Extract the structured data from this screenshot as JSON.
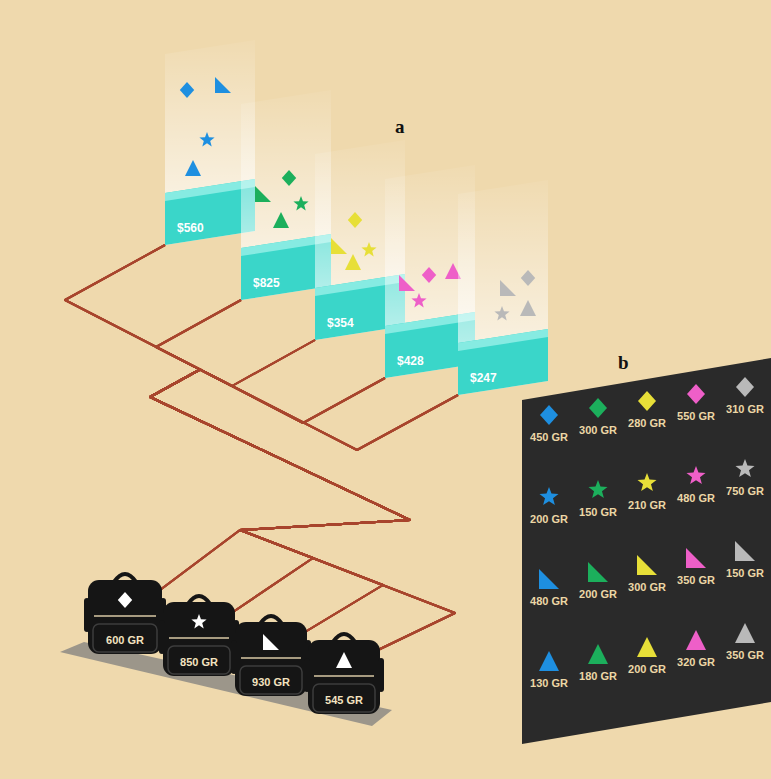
{
  "diagram": {
    "nodes": [
      {
        "text": [
          "$560"
        ]
      },
      {
        "text": [
          "$825"
        ]
      },
      {
        "text": [
          "$354"
        ]
      },
      {
        "text": [
          "$428"
        ]
      },
      {
        "text": [
          "$247"
        ]
      },
      {
        "text": [
          "600 GR"
        ]
      },
      {
        "text": [
          "850 GR"
        ]
      },
      {
        "text": [
          "930 GR"
        ]
      },
      {
        "text": [
          "545 GR"
        ]
      }
    ],
    "edges": [
      {
        "from": 0,
        "to": 5,
        "arrow": "none"
      },
      {
        "from": 0,
        "to": 6,
        "arrow": "none"
      },
      {
        "from": 0,
        "to": 7,
        "arrow": "none"
      },
      {
        "from": 0,
        "to": 8,
        "arrow": "none"
      },
      {
        "from": 1,
        "to": 5,
        "arrow": "none"
      },
      {
        "from": 1,
        "to": 6,
        "arrow": "none"
      },
      {
        "from": 1,
        "to": 7,
        "arrow": "none"
      },
      {
        "from": 1,
        "to": 8,
        "arrow": "none"
      },
      {
        "from": 2,
        "to": 5,
        "arrow": "none"
      },
      {
        "from": 2,
        "to": 6,
        "arrow": "none"
      },
      {
        "from": 2,
        "to": 7,
        "arrow": "none"
      },
      {
        "from": 2,
        "to": 8,
        "arrow": "none"
      },
      {
        "from": 3,
        "to": 5,
        "arrow": "none"
      },
      {
        "from": 3,
        "to": 6,
        "arrow": "none"
      },
      {
        "from": 3,
        "to": 7,
        "arrow": "none"
      },
      {
        "from": 3,
        "to": 8,
        "arrow": "none"
      },
      {
        "from": 4,
        "to": 5,
        "arrow": "none"
      },
      {
        "from": 4,
        "to": 6,
        "arrow": "none"
      },
      {
        "from": 4,
        "to": 7,
        "arrow": "none"
      },
      {
        "from": 4,
        "to": 8,
        "arrow": "none"
      }
    ],
    "labels": [
      "a",
      "b"
    ],
    "legend": [
      {
        "text": "450 GR"
      },
      {
        "text": "300 GR"
      },
      {
        "text": "280 GR"
      },
      {
        "text": "550 GR"
      },
      {
        "text": "310 GR"
      },
      {
        "text": "200 GR"
      },
      {
        "text": "150 GR"
      },
      {
        "text": "210 GR"
      },
      {
        "text": "480 GR"
      },
      {
        "text": "750 GR"
      },
      {
        "text": "480 GR"
      },
      {
        "text": "200 GR"
      },
      {
        "text": "300 GR"
      },
      {
        "text": "350 GR"
      },
      {
        "text": "150 GR"
      },
      {
        "text": "130 GR"
      },
      {
        "text": "180 GR"
      },
      {
        "text": "200 GR"
      },
      {
        "text": "320 GR"
      },
      {
        "text": "350 GR"
      }
    ]
  }
}
